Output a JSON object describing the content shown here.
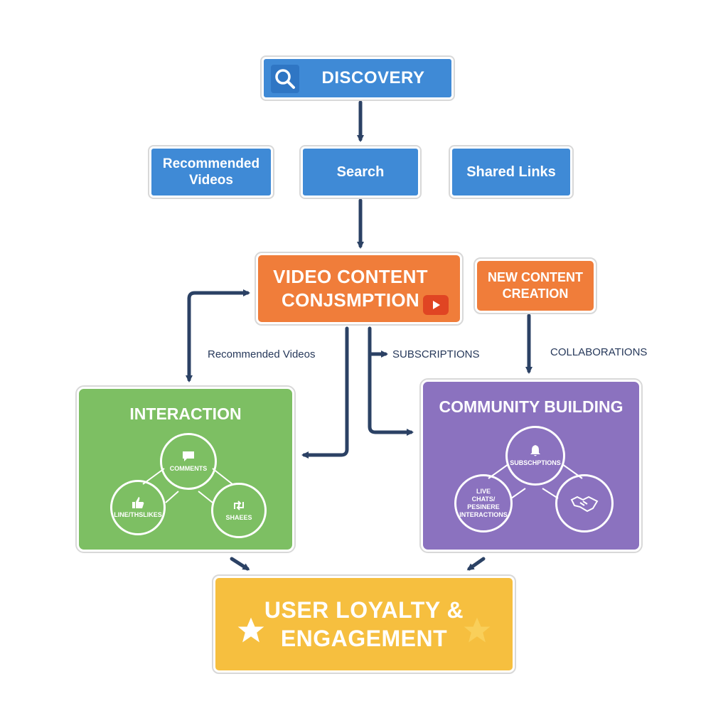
{
  "nodes": {
    "discovery": "DISCOVERY",
    "recommended": "Recommended\nVideos",
    "search": "Search",
    "shared": "Shared Links",
    "video_content": "VIDEO CONTENT\nCONJSMPTION",
    "new_content": "NEW CONTENT\nCREATION",
    "loyalty": "USER LOYALTY &\nENGAGEMENT"
  },
  "interaction": {
    "title": "INTERACTION",
    "comments": "COMMENTS",
    "likes": "LINE/THSLIKES",
    "shares": "SHAEES"
  },
  "community": {
    "title": "COMMUNITY BUILDING",
    "subscriptions": "SUBSCHPTIONS",
    "live": "LIVE\nCHATS/\nPESINERE\nINTERACTIONS"
  },
  "edge_labels": {
    "recommended_videos": "Recommended Videos",
    "subscriptions": "SUBSCRIPTIONS",
    "collaborations": "COLLABORATIONS"
  },
  "icons": {
    "discovery": "magnifier-icon",
    "video_content": "play-button-icon",
    "comments": "speech-bubble-icon",
    "likes": "thumbs-up-icon",
    "shares": "share-arrows-icon",
    "subscriptions": "bell-icon",
    "collaborations": "handshake-icon",
    "loyalty": "star-icon"
  },
  "colors": {
    "blue": "#3f8ad6",
    "orange": "#f07d3a",
    "green": "#7dbf63",
    "purple": "#8b72bf",
    "yellow": "#f6bf3f",
    "arrow": "#2b4164"
  }
}
